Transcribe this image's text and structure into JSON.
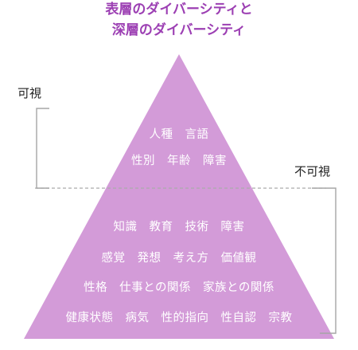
{
  "title": {
    "lines": [
      "表層のダイバーシティと",
      "深層のダイバーシティ"
    ]
  },
  "labels": {
    "visible": "可視",
    "invisible": "不可視"
  },
  "surface": {
    "lines": [
      "人種　言語",
      "性別　年齢　障害"
    ]
  },
  "deep": {
    "lines": [
      "知識　教育　技術　障害",
      "感覚　発想　考え方　価値観",
      "性格　仕事との関係　家族との関係",
      "健康状態　病気　性的指向　性自認　宗教"
    ]
  },
  "colors": {
    "title": "#9c3fb3",
    "pyramid": "#d39bd8",
    "tier_text": "#ffffff",
    "label": "#222222",
    "bracket": "#a6a6a6",
    "divider": "#ababab"
  }
}
